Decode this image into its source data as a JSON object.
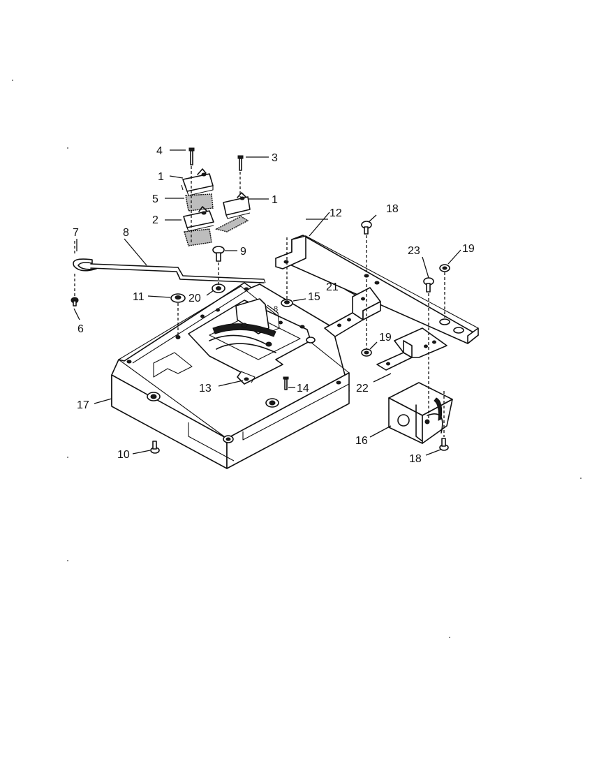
{
  "callouts": {
    "c1a": "1",
    "c1b": "1",
    "c2": "2",
    "c3": "3",
    "c4": "4",
    "c5": "5",
    "c6": "6",
    "c7": "7",
    "c8": "8",
    "c9": "9",
    "c10": "10",
    "c11": "11",
    "c12": "12",
    "c13": "13",
    "c14": "14",
    "c15": "15",
    "c16": "16",
    "c17": "17",
    "c18a": "18",
    "c18b": "18",
    "c19a": "19",
    "c19b": "19",
    "c20": "20",
    "c21": "21",
    "c22": "22",
    "c23": "23"
  }
}
